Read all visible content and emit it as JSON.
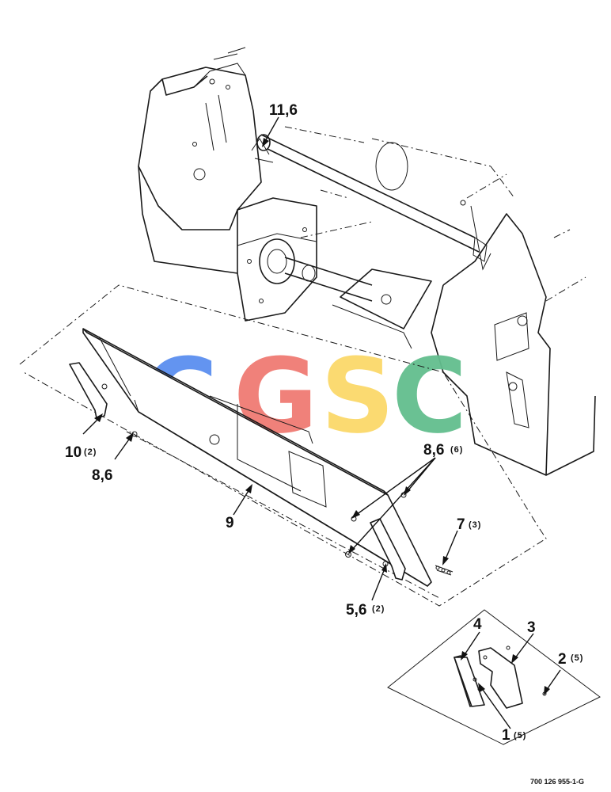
{
  "watermark": {
    "text": "CGSC",
    "letters": [
      "C",
      "G",
      "S",
      "C"
    ],
    "colors": [
      "#5b8ff0",
      "#f07b73",
      "#fbd96a",
      "#63be8e"
    ]
  },
  "callouts": {
    "c11_6": "11,6",
    "c10": "10",
    "c10_qty": "(2)",
    "c8_6_left": "8,6",
    "c8_6_right": "8,6",
    "c8_6_right_qty": "(6)",
    "c9": "9",
    "c7": "7",
    "c7_qty": "(3)",
    "c5_6": "5,6",
    "c5_6_qty": "(2)",
    "c4": "4",
    "c3": "3",
    "c2": "2",
    "c2_qty": "(5)",
    "c1": "1",
    "c1_qty": "(5)"
  },
  "figure_ref": "700 126 955-1-G"
}
